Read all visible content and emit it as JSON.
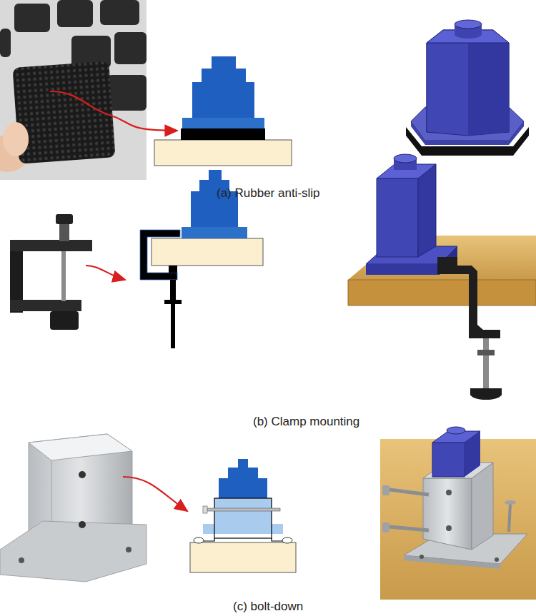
{
  "diagram": {
    "labels": [
      "(a) Rubber anti-slip",
      "(b) Clamp mounting",
      "(c) bolt-down"
    ]
  }
}
